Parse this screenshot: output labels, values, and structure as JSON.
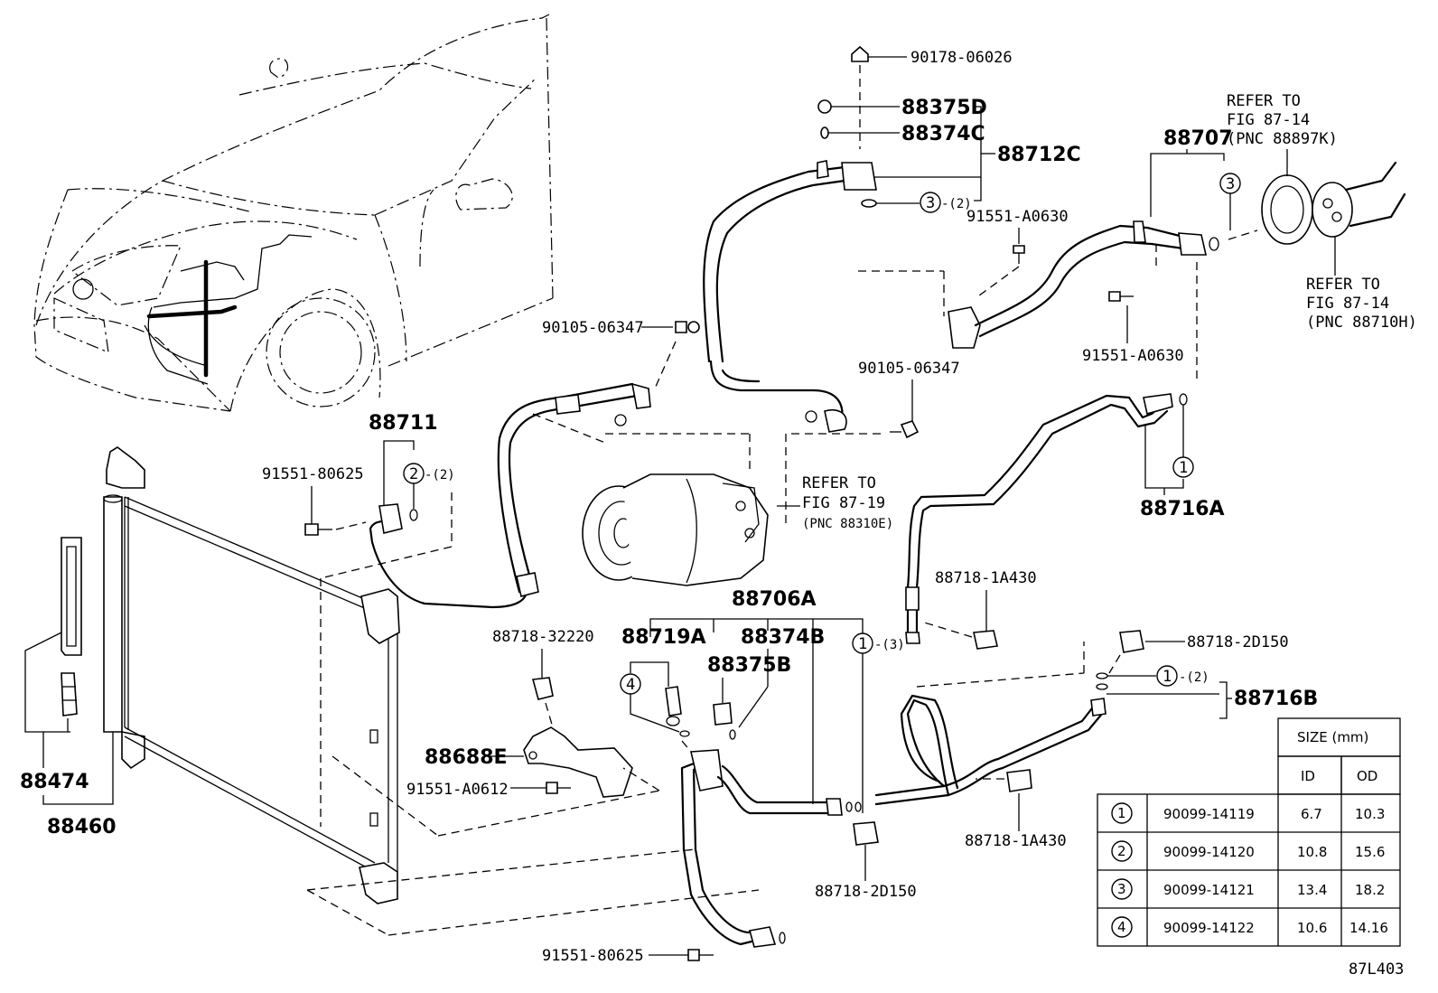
{
  "labels": {
    "p90178": "90178-06026",
    "p88375D": "88375D",
    "p88374C": "88374C",
    "p88712C": "88712C",
    "qty2_top": "-(2)",
    "p91551_A0630_a": "91551-A0630",
    "refer1_a": "REFER TO",
    "refer1_b": "FIG 87-14",
    "refer1_c": "(PNC 88897K)",
    "p88707": "88707",
    "refer2_a": "REFER TO",
    "refer2_b": "FIG 87-14",
    "refer2_c": "(PNC 88710H)",
    "p91551_A0630_b": "91551-A0630",
    "p90105_a": "90105-06347",
    "p90105_b": "90105-06347",
    "refer3_a": "REFER TO",
    "refer3_b": "FIG 87-19",
    "refer3_c": "(PNC 88310E)",
    "p88716A": "88716A",
    "p88711": "88711",
    "p91551_80625_a": "91551-80625",
    "qty2_left": "-(2)",
    "p88718_1A430_a": "88718-1A430",
    "p88706A": "88706A",
    "p88718_32220": "88718-32220",
    "p88719A": "88719A",
    "p88374B": "88374B",
    "qty3": "-(3)",
    "p88375B": "88375B",
    "p88718_2D150_a": "88718-2D150",
    "qty2_right": "-(2)",
    "p88716B": "88716B",
    "p88688E": "88688E",
    "p91551_A0612": "91551-A0612",
    "p88474": "88474",
    "p88460": "88460",
    "p88718_1A430_b": "88718-1A430",
    "p88718_2D150_b": "88718-2D150",
    "p91551_80625_b": "91551-80625",
    "figure_code": "87L403"
  },
  "callouts": {
    "c1": "1",
    "c2": "2",
    "c3": "3",
    "c4": "4"
  },
  "size_table": {
    "header": "SIZE (mm)",
    "col_id": "ID",
    "col_od": "OD",
    "rows": [
      {
        "ref": "1",
        "part": "90099-14119",
        "id": "6.7",
        "od": "10.3"
      },
      {
        "ref": "2",
        "part": "90099-14120",
        "id": "10.8",
        "od": "15.6"
      },
      {
        "ref": "3",
        "part": "90099-14121",
        "id": "13.4",
        "od": "18.2"
      },
      {
        "ref": "4",
        "part": "90099-14122",
        "id": "10.6",
        "od": "14.16"
      }
    ]
  }
}
